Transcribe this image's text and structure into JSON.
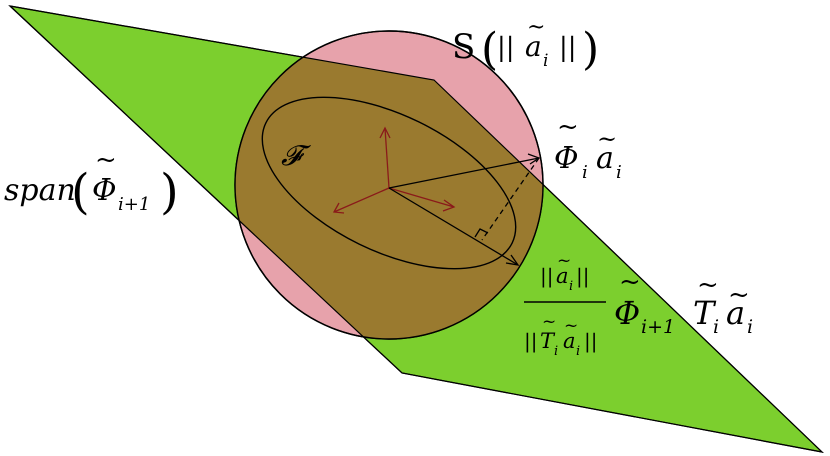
{
  "colors": {
    "plane_fill": "#7ccf2e",
    "sphere_fill": "#e7a2ab",
    "overlap_fill": "#9a7a2f",
    "stroke": "#000000",
    "axis_color": "#8a1a1a"
  },
  "labels": {
    "sphere_label": "S(||ã_i||)",
    "plane_label": "span(Φ̃_{i+1})",
    "ellipse_label": "F",
    "projection_label": "Φ̃_i ã_i",
    "scaled_label": "||ã_i|| / ||T̃_i ã_i|| · Φ̃_{i+1} T̃_i ã_i"
  },
  "glyphs": {
    "S": "S",
    "span": "span",
    "F": "𝓕",
    "Phi": "Φ",
    "a": "a",
    "T": "T",
    "tilde": "~",
    "norm": "||",
    "sub_i": "i",
    "sub_i1": "i+1",
    "lparen": "(",
    "rparen": ")"
  }
}
